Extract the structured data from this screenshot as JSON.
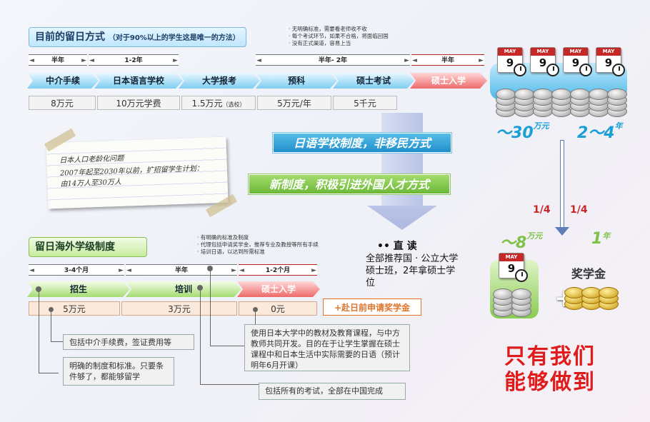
{
  "top": {
    "title_main": "目前的留日方式",
    "title_sub": "（对于90%以上的学生这是唯一的方法）",
    "notes": [
      "· 无明确标准，需要看老师收不收",
      "· 每个考试环节，如果不合格，将面临回国",
      "· 没有正式渠道，容易上当"
    ],
    "durations": [
      "半年",
      "1-2年",
      "半年- 2年",
      "半年"
    ],
    "steps": [
      "中介手续",
      "日本语言学校",
      "大学报考",
      "预科",
      "硕士考试",
      "硕士入学"
    ],
    "costs": [
      "8万元",
      "10万元学费",
      "1.5万元",
      "（选校）",
      "5万元/年",
      "5千元"
    ]
  },
  "paper_note": {
    "title": "日本人口老龄化问题",
    "body": "2007年起至2030年以前，扩招留学生计划：由14万人至30万人"
  },
  "banners": {
    "blue": "日语学校制度，非移民方式",
    "green": "新制度，积极引进外国人才方式"
  },
  "right_top": {
    "cal_label": "MAY",
    "cal_num": "9",
    "cost_prefix": "～",
    "cost_num": "30",
    "cost_unit": "万元",
    "time_num": "2～4",
    "time_unit": "年"
  },
  "fractions": [
    "1/4",
    "1/4"
  ],
  "right_bottom": {
    "cost_prefix": "～",
    "cost_num": "8",
    "cost_unit": "万元",
    "time_num": "1",
    "time_unit": "年",
    "plus": "+",
    "scholarship": "奖学金"
  },
  "bottom": {
    "title": "留日海外学级制度",
    "notes": [
      "· 有明确的标准及制度",
      "· 代理包括申请奖学金，推荐专业及教授等所有手续",
      "· 培训日语，以达到所需标准"
    ],
    "durations": [
      "3-4个月",
      "半年",
      "1-2个月"
    ],
    "steps": [
      "招生",
      "培训",
      "硕士入学"
    ],
    "costs": [
      "5万元",
      "3万元",
      "0元"
    ],
    "apply": "+赴日前申请奖学金"
  },
  "direct": {
    "title": "•• 直 读",
    "body": "全部推荐国 · 公立大学硕士班，2年拿硕士学位"
  },
  "callouts": [
    "包括中介手续费，签证费用等",
    "明确的制度和标准。只要条件够了，都能够留学",
    "使用日本大学中的教材及教育课程，与中方教师共同开发。目的在于让学生掌握在硕士课程中和日本生活中实际需要的日语（预计明年6月开课）",
    "包括所有的考试，全部在中国完成"
  ],
  "slogan": [
    "只有我们",
    "能够做到"
  ],
  "colors": {
    "cyan": "#1a9fd6",
    "green": "#7fc24a",
    "red": "#e01b1b",
    "orange": "#e0742c"
  }
}
